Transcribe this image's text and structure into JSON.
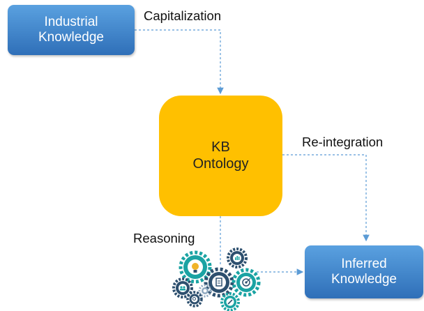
{
  "nodes": {
    "industrial": {
      "line1": "Industrial",
      "line2": "Knowledge"
    },
    "kb": {
      "line1": "KB",
      "line2": "Ontology"
    },
    "inferred": {
      "line1": "Inferred",
      "line2": "Knowledge"
    }
  },
  "edges": {
    "capitalization": "Capitalization",
    "reintegration": "Re-integration",
    "reasoning": "Reasoning"
  },
  "colors": {
    "blue_box": "#3d86cf",
    "kb_box": "#ffc000",
    "connector": "#5b9bd5",
    "gear_teal": "#1aa3a3",
    "gear_navy": "#2d4f6e"
  },
  "icons": [
    "gears-reasoning-icon"
  ]
}
